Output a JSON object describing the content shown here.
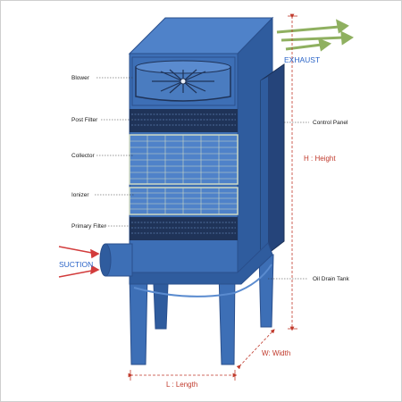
{
  "labels": {
    "blower": "Blower",
    "post_filter": "Post Filter",
    "collector": "Collector",
    "ionizer": "Ionizer",
    "primary_filter": "Primary Filter",
    "control_panel": "Control Panel",
    "height": "H : Height",
    "oil_drain_tank": "Oil Drain Tank",
    "width": "W: Width",
    "length": "L : Length",
    "exhaust": "EXHAUST",
    "suction": "SUCTION"
  },
  "colors": {
    "body_blue": "#3d6fb6",
    "dark_blue": "#2a4f8c",
    "top_blue": "#4f82c9",
    "panel_dark": "#1f3358",
    "grid_line": "#cfd9c3",
    "dimension_red": "#c0392b",
    "exhaust_green": "#8fb060",
    "suction_red": "#d23c3c",
    "label_blue": "#2a63c7"
  }
}
